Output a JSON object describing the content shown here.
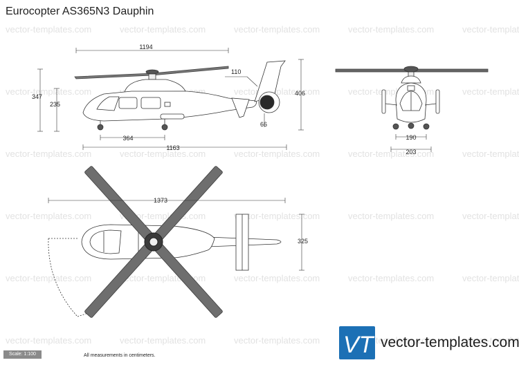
{
  "document": {
    "title": "Eurocopter AS365N3 Dauphin",
    "watermark": "vector-templates.com",
    "scale_label": "Scale: 1:100",
    "measurement_note": "All measurements in centimeters.",
    "brand": {
      "logo_letters": "VT",
      "name": "vector-templates.com",
      "logo_color": "#1c70b5"
    }
  },
  "side_view": {
    "dimensions": {
      "rotor_span": "1194",
      "tail_offset": "110",
      "overall_height": "347",
      "cabin_height": "235",
      "fin_height": "406",
      "tail_ground": "66",
      "wheelbase": "364",
      "overall_length": "1163"
    }
  },
  "front_view": {
    "dimensions": {
      "gear_track": "190",
      "stabilizer_span": "203"
    }
  },
  "top_view": {
    "dimensions": {
      "rotor_diameter": "1373",
      "stabilizer_width": "325"
    }
  }
}
